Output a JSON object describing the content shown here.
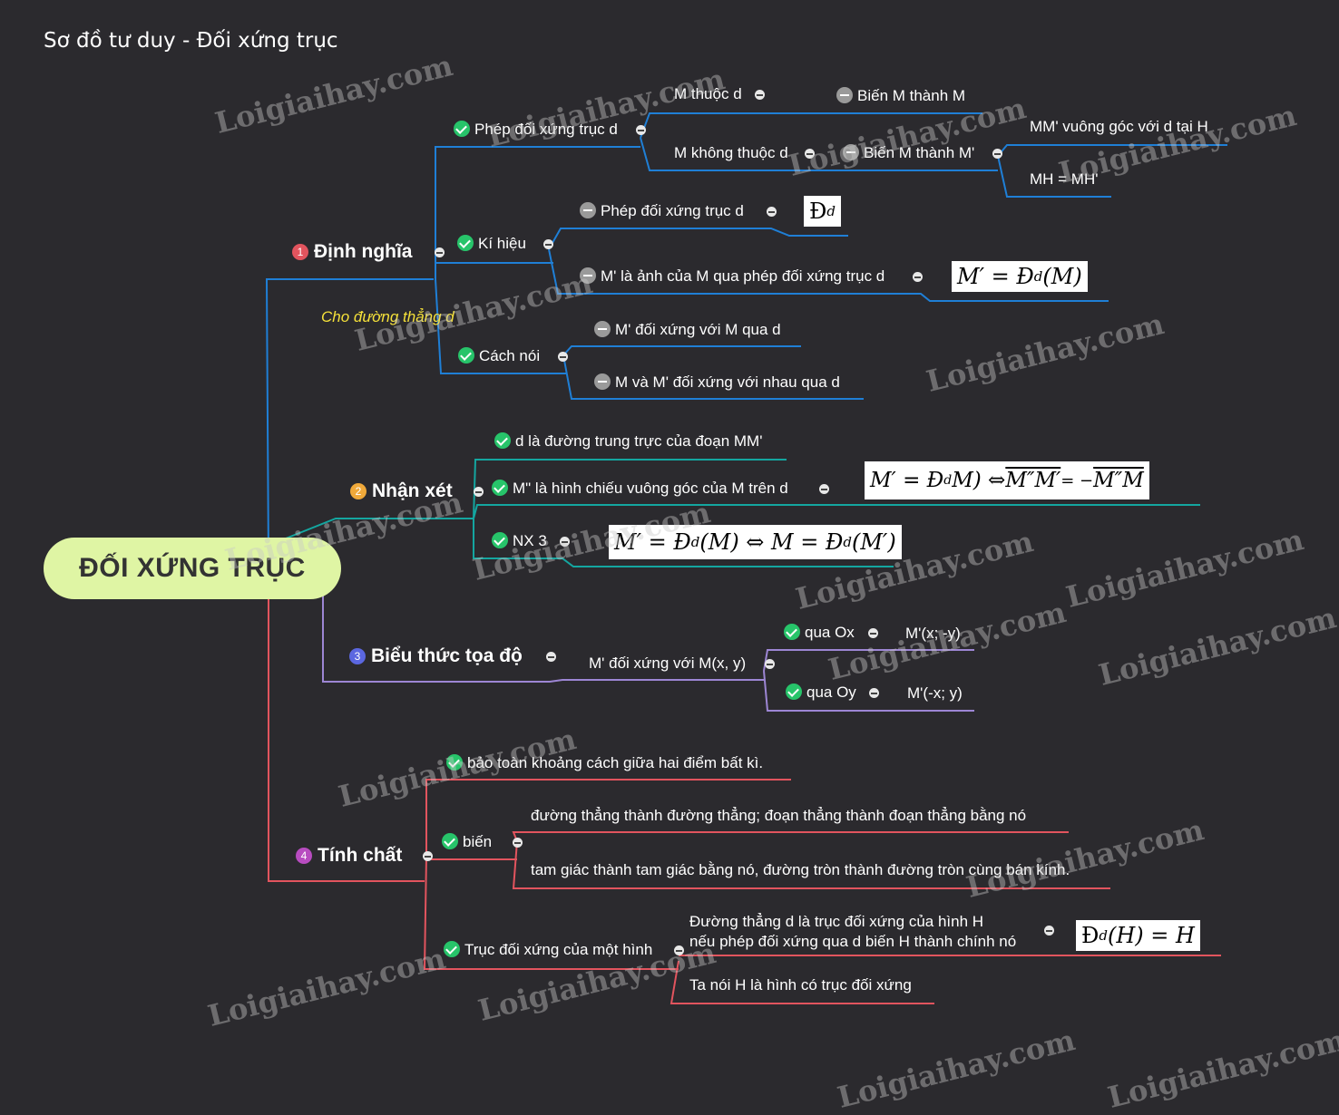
{
  "title": "Sơ đồ tư duy - Đối xứng trục",
  "root": "ĐỐI XỨNG TRỤC",
  "colors": {
    "blue": "#1f7fd6",
    "teal": "#14a6a0",
    "purple": "#9d86d4",
    "red": "#e2545e",
    "root_bg": "#dff5a4",
    "note": "#f5e13a"
  },
  "b1": {
    "num": "1",
    "label": "Định nghĩa",
    "note": "Cho đường thẳng d",
    "s1": {
      "label": "Phép đối xứng trục d",
      "a": "M thuộc d",
      "a1": "Biến M thành M",
      "b": "M không thuộc d",
      "b1": "Biến M thành M'",
      "b2": "MM' vuông góc với d tại H",
      "b3": "MH = MH'"
    },
    "s2": {
      "label": "Kí hiệu",
      "a": "Phép đối xứng trục d",
      "a_f": "Đ",
      "a_fs": "d",
      "b": "M' là ảnh của M qua phép đối xứng trục d",
      "b_f1": "M′ = Đ",
      "b_fs": "d",
      "b_f2": "(M)"
    },
    "s3": {
      "label": "Cách nói",
      "a": "M' đối xứng với M qua d",
      "b": "M và M' đối xứng với nhau qua d"
    }
  },
  "b2": {
    "num": "2",
    "label": "Nhận xét",
    "a": "d là đường trung trực của đoạn MM'",
    "b": "M\" là hình chiếu vuông góc của M trên d",
    "b_f1": "M′ = Đ",
    "b_fs": "d",
    "b_f2": "M) ⇔ ",
    "b_v1": "M″M′",
    "b_f3": " = −",
    "b_v2": "M″M",
    "c": "NX 3",
    "c_f1": "M′ = Đ",
    "c_fs1": "d",
    "c_f2": "(M) ⇔ M = Đ",
    "c_fs2": "d",
    "c_f3": "(M′)"
  },
  "b3": {
    "num": "3",
    "label": "Biểu thức tọa độ",
    "a": "M' đối xứng với M(x, y)",
    "x_label": "qua Ox",
    "x_val": "M'(x; -y)",
    "y_label": "qua Oy",
    "y_val": "M'(-x; y)"
  },
  "b4": {
    "num": "4",
    "label": "Tính chất",
    "a": "bảo toàn khoảng cách giữa hai điểm bất kì.",
    "b": "biến",
    "b1": "đường thẳng thành đường thẳng; đoạn thẳng thành đoạn thẳng bằng nó",
    "b2": "tam giác thành tam giác bằng nó, đường tròn thành đường tròn cùng bán kính.",
    "c": "Trục đối xứng của một hình",
    "c1_l1": "Đường thẳng d là trục đối xứng của hình H",
    "c1_l2": "nếu phép đối xứng qua d biến H thành chính nó",
    "c_f1": "Đ",
    "c_fs": "d",
    "c_f2": "(H) = H",
    "c2": "Ta nói H là hình có trục đối xứng"
  },
  "watermark": "Loigiaihay.com"
}
